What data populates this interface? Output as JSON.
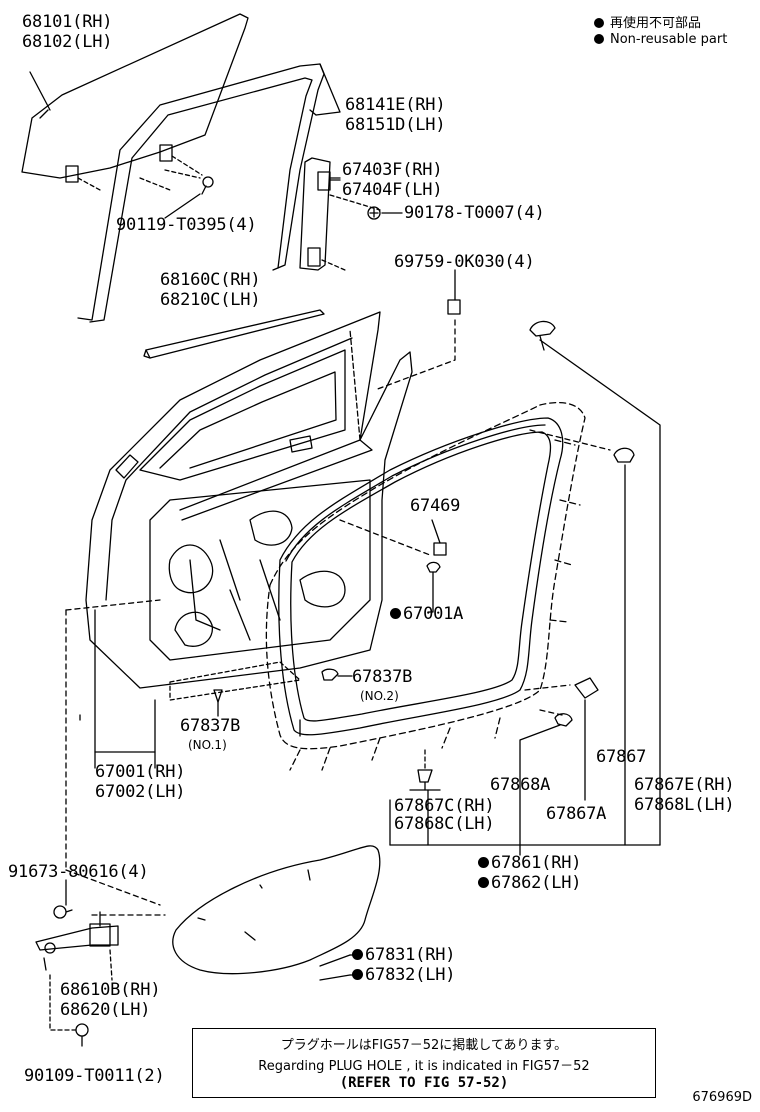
{
  "legend": {
    "jp": "再使用不可部品",
    "en": "Non-reusable part"
  },
  "parts": {
    "p68101": "68101(RH)",
    "p68102": "68102(LH)",
    "p68141": "68141E(RH)",
    "p68151": "68151D(LH)",
    "p67403": "67403F(RH)",
    "p67404": "67404F(LH)",
    "p90178": "90178-T0007(4)",
    "p90119": "90119-T0395(4)",
    "p69759": "69759-0K030(4)",
    "p68160": "68160C(RH)",
    "p68210": "68210C(LH)",
    "p67469": "67469",
    "p67001a": "67001A",
    "p67837b_a": "67837B",
    "p67837b_a_sub": "(NO.2)",
    "p67837b_b": "67837B",
    "p67837b_b_sub": "(NO.1)",
    "p67001": "67001(RH)",
    "p67002": "67002(LH)",
    "p67867": "67867",
    "p67868a": "67868A",
    "p67867e": "67867E(RH)",
    "p67868l": "67868L(LH)",
    "p67867c": "67867C(RH)",
    "p67868c": "67868C(LH)",
    "p67867a": "67867A",
    "p67861": "67861(RH)",
    "p67862": "67862(LH)",
    "p91673": "91673-80616(4)",
    "p67831": "67831(RH)",
    "p67832": "67832(LH)",
    "p68610": "68610B(RH)",
    "p68620": "68620(LH)",
    "p90109": "90109-T0011(2)"
  },
  "note": {
    "line1": "プラグホールはFIG57－52に掲載してあります。",
    "line2": "Regarding  PLUG  HOLE ,  it  is  indicated  in  FIG57－52",
    "line3": "(REFER TO FIG 57-52)"
  },
  "diagram_code": "676969D"
}
